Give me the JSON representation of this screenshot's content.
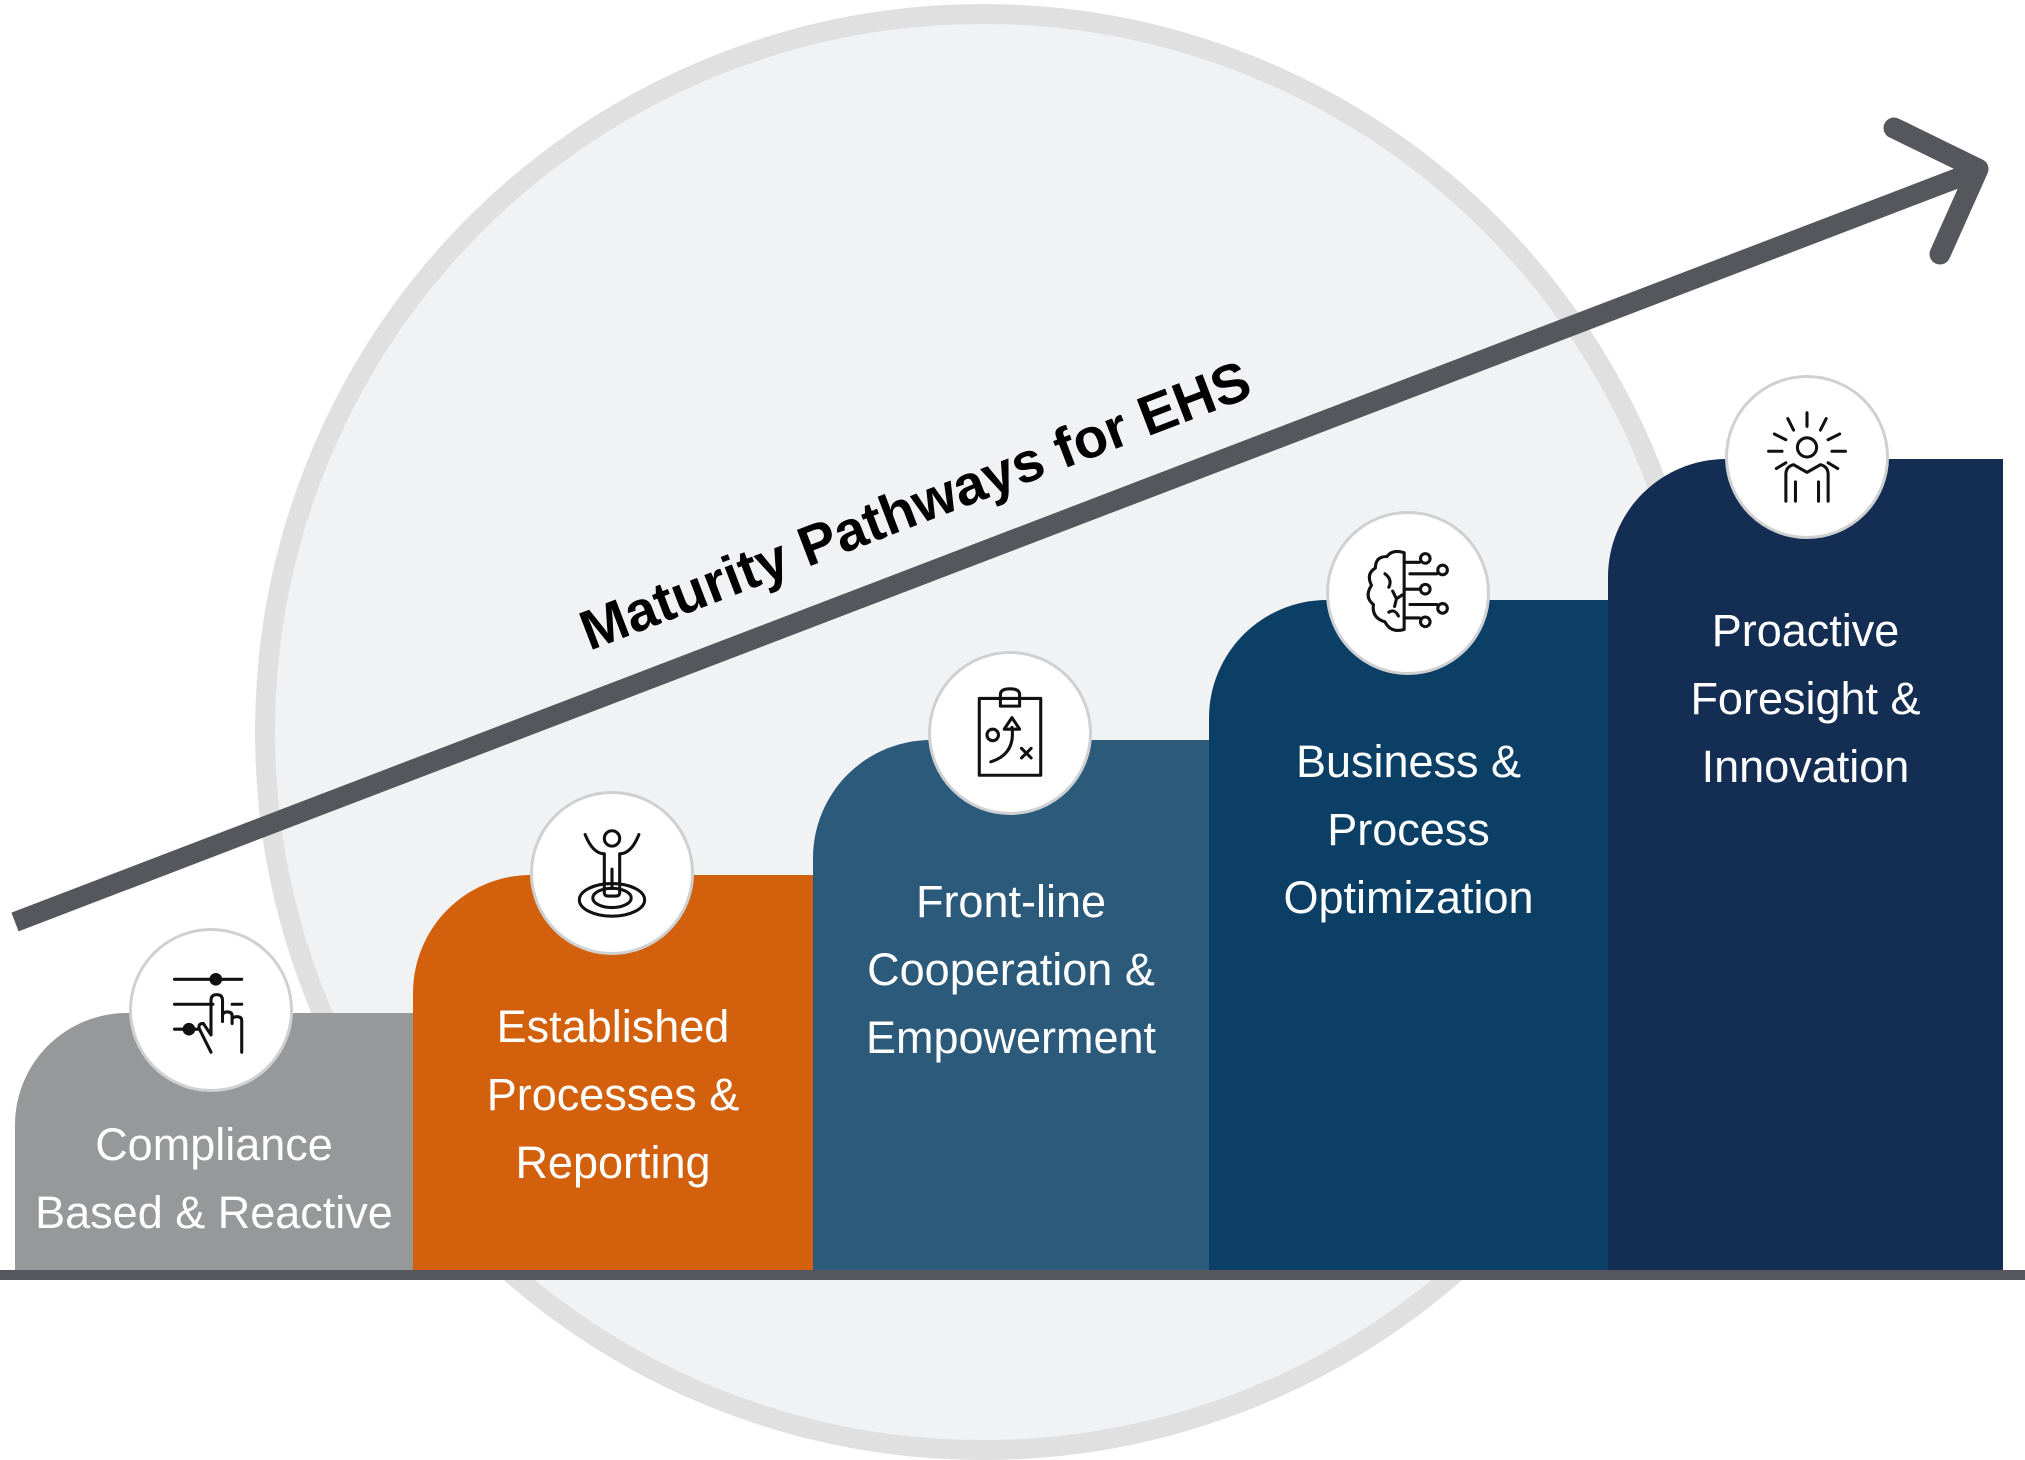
{
  "title": "Maturity Pathways for EHS",
  "colors": {
    "background_circle": "#f1f2f4",
    "background_circle_ring": "#e0e0e1",
    "arrow": "#55575c",
    "text_on_steps": "#ffffff"
  },
  "stages": [
    {
      "label": "Compliance\nBased & Reactive",
      "icon": "sliders-hand-icon",
      "color": "#97989a"
    },
    {
      "label": "Established\nProcesses &\nReporting",
      "icon": "person-on-target-icon",
      "color": "#d2600c"
    },
    {
      "label": "Front-line\nCooperation &\nEmpowerment",
      "icon": "clipboard-strategy-icon",
      "color": "#2b5a7b"
    },
    {
      "label": "Business &\nProcess\nOptimization",
      "icon": "brain-circuit-icon",
      "color": "#0b3f66"
    },
    {
      "label": "Proactive\nForesight &\nInnovation",
      "icon": "person-idea-icon",
      "color": "#142d52"
    }
  ]
}
